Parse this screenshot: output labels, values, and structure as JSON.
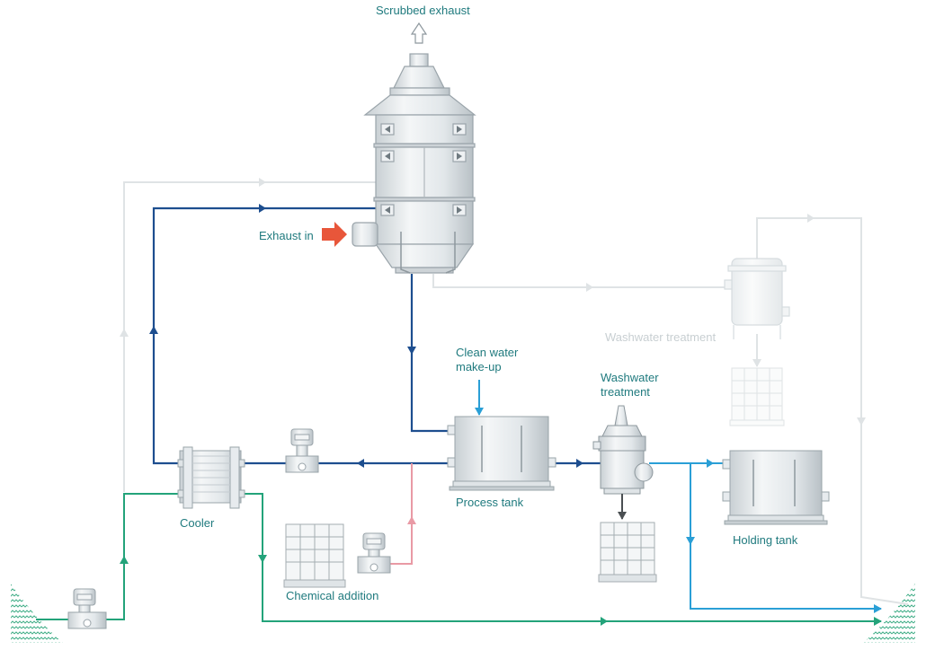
{
  "labels": {
    "scrubbed_exhaust": "Scrubbed exhaust",
    "exhaust_in": "Exhaust in",
    "washwater_treatment_top": "Washwater treatment",
    "clean_water_line1": "Clean water",
    "clean_water_line2": "make-up",
    "washwater_treatment_line1": "Washwater",
    "washwater_treatment_line2": "treatment",
    "process_tank": "Process tank",
    "holding_tank": "Holding tank",
    "cooler": "Cooler",
    "chemical_addition": "Chemical addition"
  },
  "colors": {
    "dark_blue": "#1d4e8f",
    "light_blue": "#2a9fd6",
    "green": "#23a37a",
    "pink": "#e99aa5",
    "grey_line": "#dfe3e5",
    "red_arrow": "#e8563a",
    "label_teal": "#1f7a7e"
  }
}
